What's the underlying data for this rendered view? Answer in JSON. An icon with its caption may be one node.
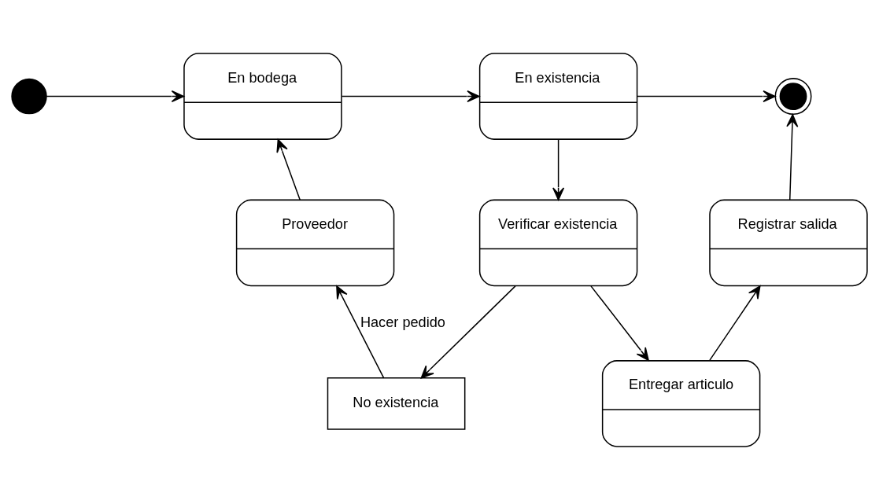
{
  "diagram": {
    "nodes": [
      {
        "text": [],
        "shape": "circle"
      },
      {
        "text": [
          "En bodega"
        ]
      },
      {
        "text": [
          "En existencia"
        ]
      },
      {
        "text": [],
        "shape": "circle"
      },
      {
        "text": [
          "Proveedor"
        ]
      },
      {
        "text": [
          "Verificar existencia"
        ]
      },
      {
        "text": [
          "No existencia"
        ]
      },
      {
        "text": [
          "Entregar articulo"
        ]
      },
      {
        "text": [
          "Registrar salida"
        ]
      }
    ],
    "edges": [
      {
        "from": 0,
        "to": 1,
        "arrow": "to"
      },
      {
        "from": 1,
        "to": 2,
        "arrow": "to"
      },
      {
        "from": 2,
        "to": 3,
        "arrow": "to"
      },
      {
        "from": 2,
        "to": 5,
        "arrow": "to"
      },
      {
        "from": 5,
        "to": 6,
        "arrow": "to"
      },
      {
        "from": 5,
        "to": 7,
        "arrow": "to"
      },
      {
        "from": 6,
        "to": 4,
        "arrow": "to",
        "label": "Hacer pedido"
      },
      {
        "from": 4,
        "to": 1,
        "arrow": "to"
      },
      {
        "from": 7,
        "to": 8,
        "arrow": "to"
      },
      {
        "from": 8,
        "to": 3,
        "arrow": "to"
      }
    ]
  }
}
